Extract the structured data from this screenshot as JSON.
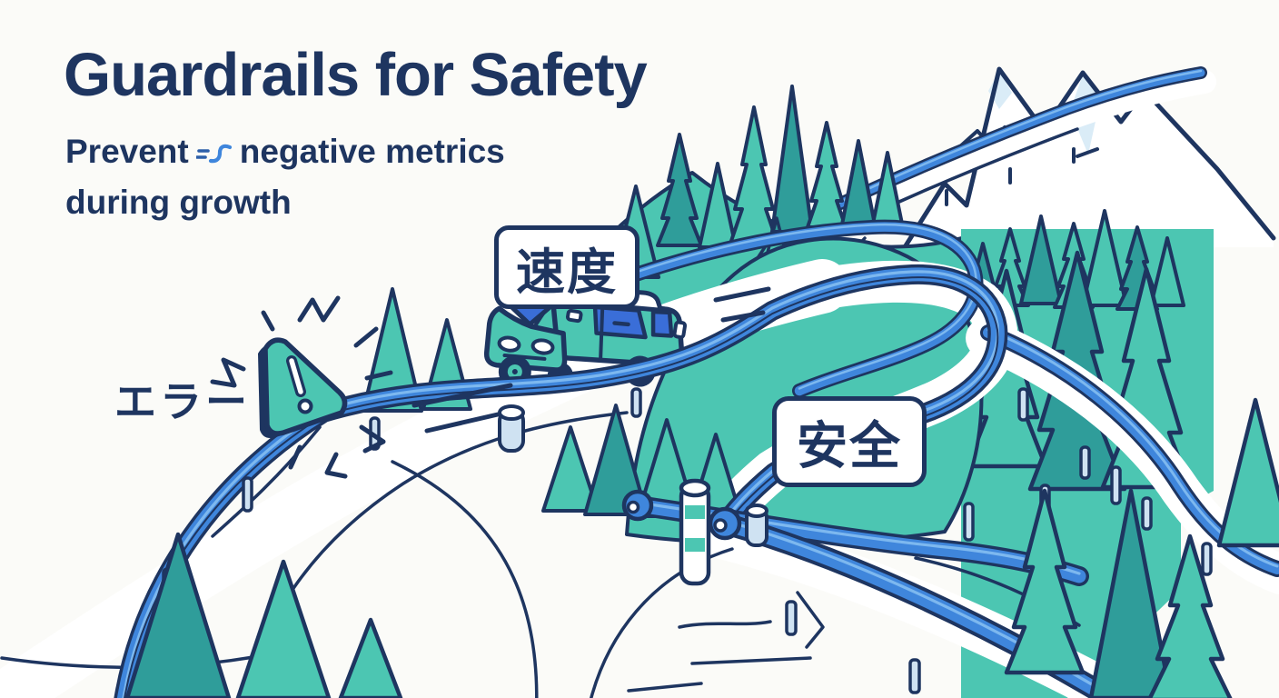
{
  "header": {
    "title": "Guardrails for Safety",
    "subtitle_line1_before_icon": "Prevent",
    "subtitle_line1_after_icon": "negative metrics",
    "subtitle_line2": "during growth"
  },
  "signs": {
    "speed": "速度",
    "safety": "安全"
  },
  "callout": {
    "error": "エラー"
  },
  "icons": {
    "trend": "trend-swoosh-icon",
    "warning": "warning-triangle-icon"
  },
  "colors": {
    "paper": "#fbfbf8",
    "ink": "#1e3560",
    "rail_blue": "#3f86dc",
    "rail_light": "#7db8ef",
    "rail_dark": "#2d5fa9",
    "teal": "#4cc6b2",
    "teal_dark": "#2f9d9a",
    "snow": "#daecf7",
    "post": "#cfe2f2",
    "window": "#3a6ed8"
  }
}
